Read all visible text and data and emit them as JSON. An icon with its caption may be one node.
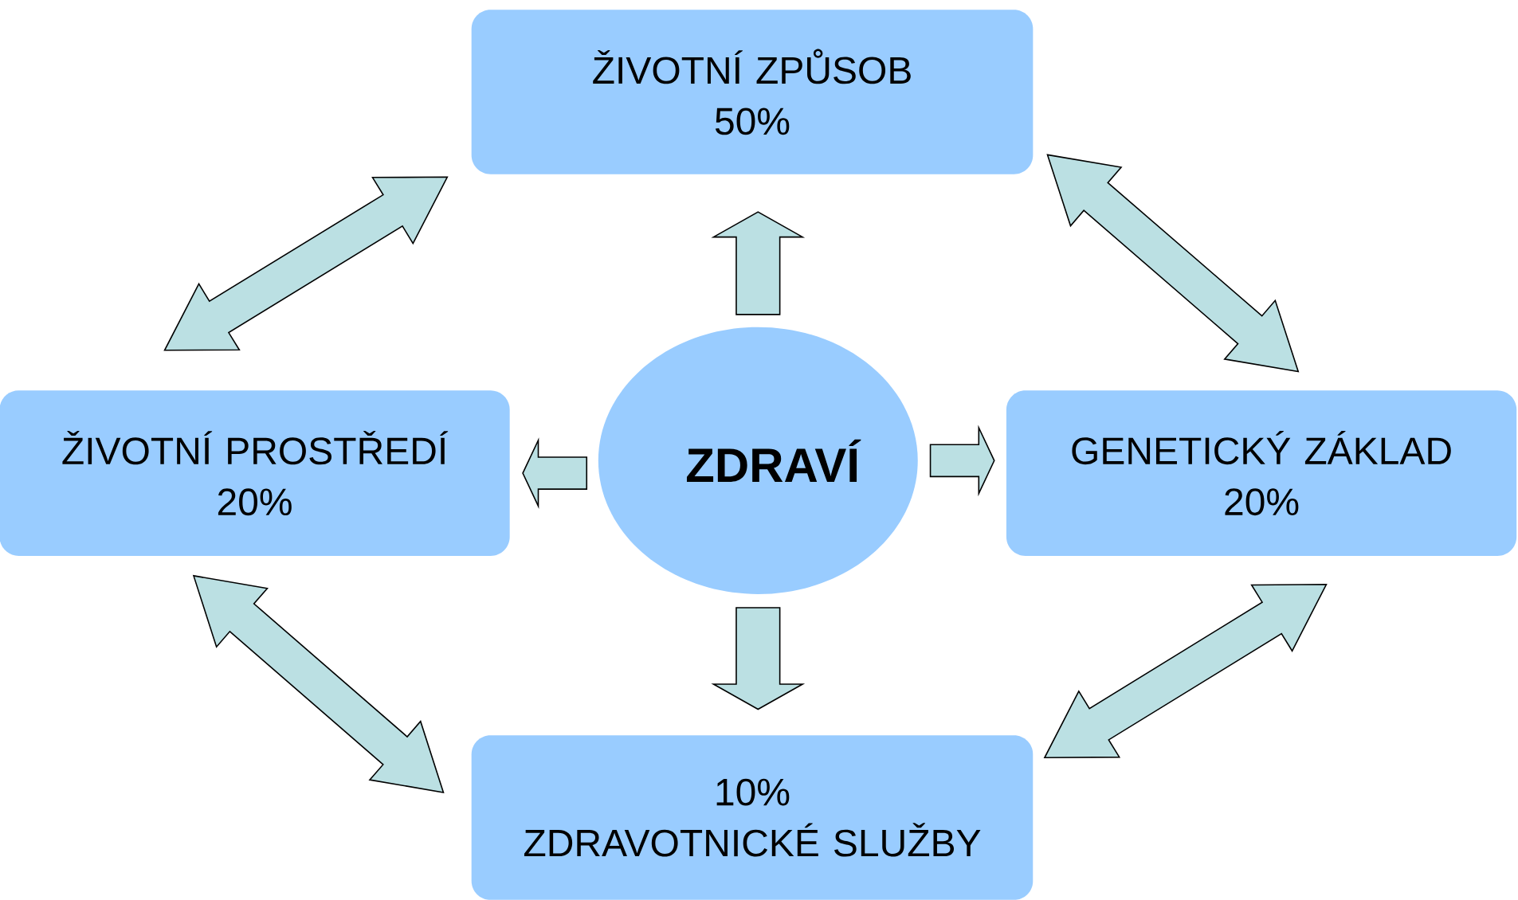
{
  "diagram": {
    "nodes": [
      {
        "text": [
          "ŽIVOTNÍ ZPŮSOB",
          "50%"
        ]
      },
      {
        "text": [
          "ŽIVOTNÍ PROSTŘEDÍ",
          "20%"
        ]
      },
      {
        "text": [
          "ZDRAVÍ"
        ]
      },
      {
        "text": [
          "GENETICKÝ ZÁKLAD",
          "20%"
        ]
      },
      {
        "text": [
          "10%",
          "ZDRAVOTNICKÉ SLUŽBY"
        ]
      }
    ],
    "edges": [
      {
        "from": 2,
        "to": 0,
        "arrow": "to"
      },
      {
        "from": 2,
        "to": 1,
        "arrow": "to"
      },
      {
        "from": 2,
        "to": 3,
        "arrow": "to"
      },
      {
        "from": 2,
        "to": 4,
        "arrow": "to"
      },
      {
        "from": 0,
        "to": 1,
        "arrow": "both"
      },
      {
        "from": 0,
        "to": 3,
        "arrow": "both"
      },
      {
        "from": 1,
        "to": 4,
        "arrow": "both"
      },
      {
        "from": 3,
        "to": 4,
        "arrow": "both"
      }
    ]
  }
}
